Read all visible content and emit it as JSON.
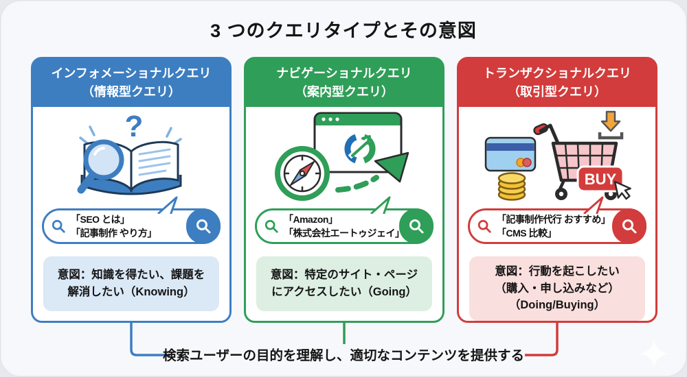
{
  "page": {
    "title": "3 つのクエリタイプとその意図",
    "footer": "検索ユーザーの目的を理解し、適切なコンテンツを提供する"
  },
  "columns": [
    {
      "header_line1": "インフォメーショナルクエリ",
      "header_line2": "（情報型クエリ）",
      "illustration": "book-with-magnifier-and-question-mark",
      "query_line1": "「SEO とは」",
      "query_line2": "「記事制作 やり方」",
      "intent_line1": "意図：知識を得たい、課題を",
      "intent_line2": "解消したい（Knowing）",
      "accent_color": "#3D7EC1",
      "tint_color": "#DBE8F6"
    },
    {
      "header_line1": "ナビゲーショナルクエリ",
      "header_line2": "（案内型クエリ）",
      "illustration": "compass-browser-and-growth-arrow",
      "query_line1": "「Amazon」",
      "query_line2": "「株式会社エートゥジェイ」",
      "intent_line1": "意図：特定のサイト・ページ",
      "intent_line2": "にアクセスしたい（Going）",
      "accent_color": "#2F9E58",
      "tint_color": "#DCEFE2"
    },
    {
      "header_line1": "トランザクショナルクエリ",
      "header_line2": "（取引型クエリ）",
      "illustration": "cart-credit-card-coins-buy-cursor-download",
      "query_line1": "「記事制作代行 おすすめ」",
      "query_line2": "「CMS 比較」",
      "intent_line1": "意図：行動を起こしたい",
      "intent_line2": "（購入・申し込みなど）",
      "intent_line3": "（Doing/Buying）",
      "buy_label": "BUY",
      "accent_color": "#D23C3C",
      "tint_color": "#F9DFDD"
    }
  ],
  "icons": {
    "bubble_left_icon": "search-icon",
    "bubble_button_icon": "search-icon",
    "decoration": "sparkle-icon"
  }
}
